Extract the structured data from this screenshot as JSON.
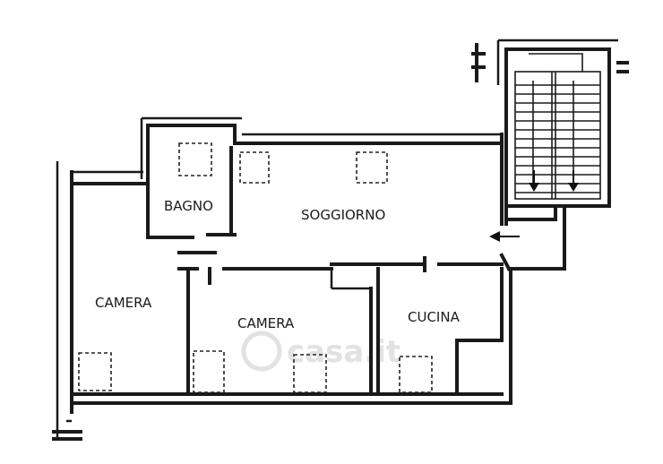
{
  "rooms": {
    "bagno": "BAGNO",
    "soggiorno": "SOGGIORNO",
    "camera_left": "CAMERA",
    "camera_center": "CAMERA",
    "cucina": "CUCINA"
  },
  "watermark": "casa.it",
  "icons": {
    "entrance": "arrow-left-icon",
    "stairs_direction": "arrow-down-icon"
  }
}
